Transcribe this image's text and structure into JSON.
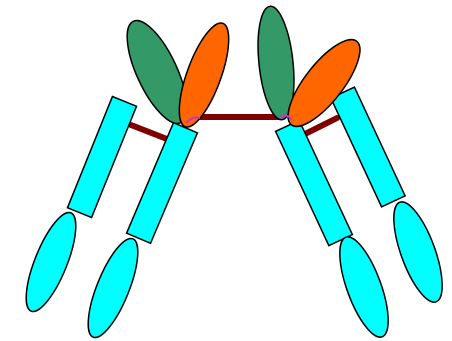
{
  "diagram": {
    "colors": {
      "background": "#ffffff",
      "chain_fill": "#00ffff",
      "heavy_domain": "#339966",
      "light_domain": "#ff6600",
      "linker": "#800000",
      "outline": "#000000",
      "hinge_accent": "#cc33cc"
    },
    "parts": [
      "left-outer-chain",
      "left-inner-chain",
      "left-green-domain",
      "left-orange-domain",
      "central-linker",
      "right-inner-chain",
      "right-outer-chain",
      "right-green-domain",
      "right-orange-domain",
      "left-short-linker",
      "right-short-linker"
    ]
  }
}
